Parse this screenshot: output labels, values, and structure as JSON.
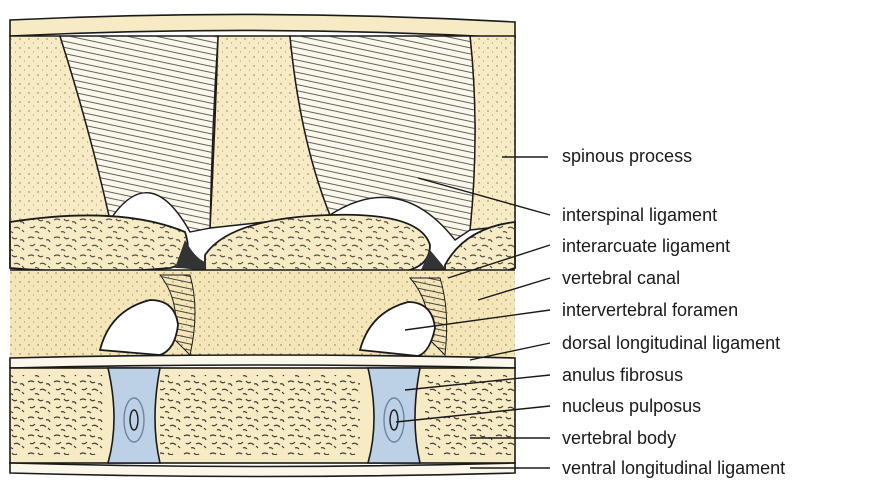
{
  "labels": {
    "spinous_process": "spinous process",
    "interspinal_ligament": "interspinal ligament",
    "interarcuate_ligament": "interarcuate ligament",
    "vertebral_canal": "vertebral canal",
    "intervertebral_foramen": "intervertebral foramen",
    "dorsal_longitudinal_ligament": "dorsal longitudinal ligament",
    "anulus_fibrosus": "anulus fibrosus",
    "nucleus_pulposus": "nucleus pulposus",
    "vertebral_body": "vertebral body",
    "ventral_longitudinal_ligament": "ventral longitudinal ligament"
  },
  "colors": {
    "bone": "#f6ebc4",
    "bone_shade": "#e9d69b",
    "disc": "#bcd1e6",
    "disc_line": "#6b86a3",
    "outline": "#1a1a1a"
  }
}
